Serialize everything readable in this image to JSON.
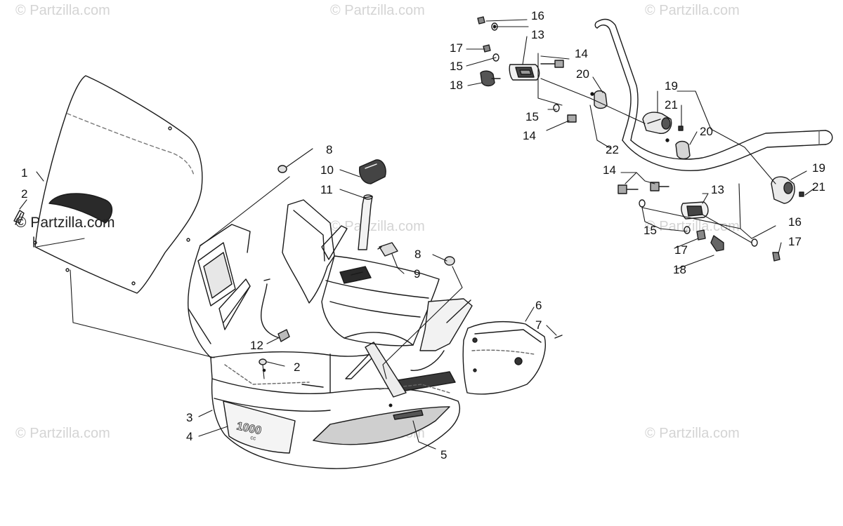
{
  "watermark": {
    "text": "© Partzilla.com",
    "main_text": "© Partzilla.com"
  },
  "callouts": {
    "c1": "1",
    "c2a": "2",
    "c2b": "2",
    "c3": "3",
    "c4": "4",
    "c5": "5",
    "c6": "6",
    "c7": "7",
    "c8a": "8",
    "c8b": "8",
    "c9": "9",
    "c10": "10",
    "c11": "11",
    "c12": "12",
    "c13a": "13",
    "c13b": "13",
    "c14a": "14",
    "c14b": "14",
    "c14c": "14",
    "c15a": "15",
    "c15b": "15",
    "c15c": "15",
    "c16a": "16",
    "c16b": "16",
    "c17a": "17",
    "c17b": "17",
    "c17c": "17",
    "c18a": "18",
    "c18b": "18",
    "c19a": "19",
    "c19b": "19",
    "c20a": "20",
    "c20b": "20",
    "c21a": "21",
    "c21b": "21",
    "c22": "22"
  },
  "decals": {
    "badge": "1000",
    "badge_sub": "cc"
  },
  "colors": {
    "line": "#1a1a1a",
    "shade": "#d9d9d9",
    "dark": "#8a8a8a"
  }
}
